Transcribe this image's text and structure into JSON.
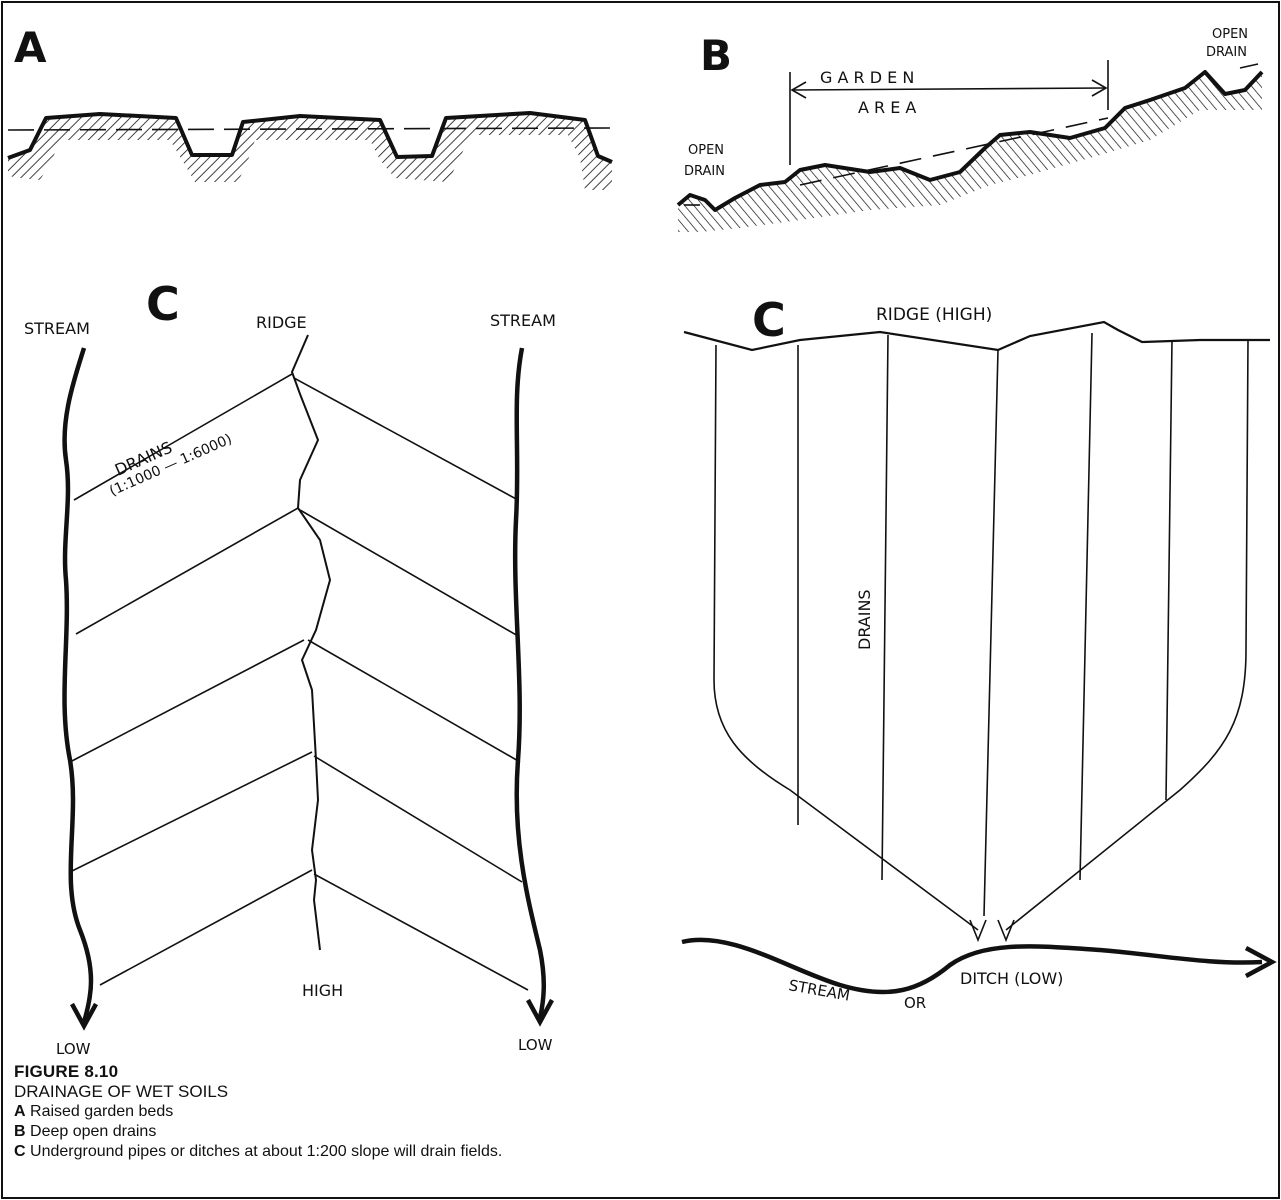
{
  "panels": {
    "a": {
      "letter": "A"
    },
    "b": {
      "letter": "B",
      "garden_area_line1": "G A R D E N",
      "garden_area_line2": "A R E A",
      "open_drain_left_1": "OPEN",
      "open_drain_left_2": "DRAIN",
      "open_drain_right_1": "OPEN",
      "open_drain_right_2": "DRAIN"
    },
    "c_left": {
      "letter": "C",
      "stream_left": "STREAM",
      "ridge": "RIDGE",
      "stream_right": "STREAM",
      "drains": "DRAINS",
      "slope": "(1:1000 — 1:6000)",
      "high": "HIGH",
      "low_left": "LOW",
      "low_right": "LOW"
    },
    "c_right": {
      "letter": "C",
      "ridge": "RIDGE (HIGH)",
      "drains": "DRAINS",
      "stream": "STREAM",
      "or": "OR",
      "ditch": "DITCH (LOW)"
    }
  },
  "caption": {
    "figure_number": "FIGURE 8.10",
    "figure_title": "DRAINAGE OF WET SOILS",
    "items": [
      {
        "key": "A",
        "text": " Raised garden beds"
      },
      {
        "key": "B",
        "text": " Deep open drains"
      },
      {
        "key": "C",
        "text": " Underground pipes or ditches at about 1:200 slope will drain fields."
      }
    ]
  }
}
